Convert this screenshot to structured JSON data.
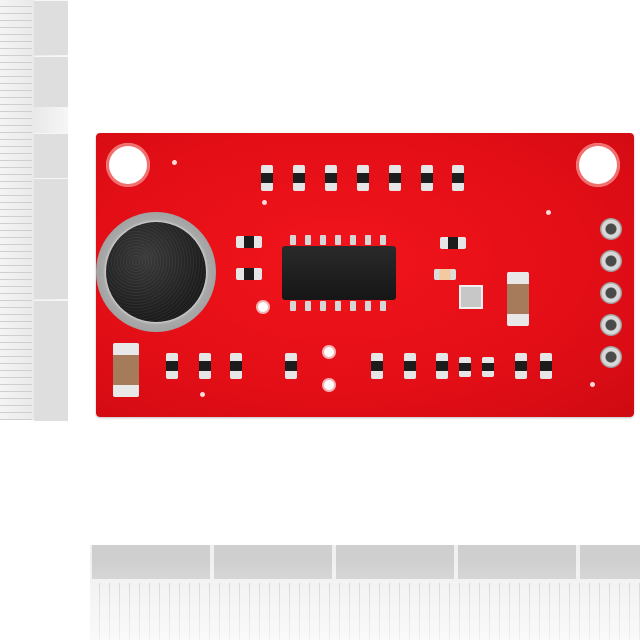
{
  "scene": {
    "subject": "microphone-breakout-board",
    "colors": {
      "board": "#e30e16",
      "background": "#ffffff",
      "ruler": "#dedede",
      "chip": "#1c1c1c",
      "microphone_mesh": "#1c1c1c",
      "microphone_ring": "#a9a9a9"
    },
    "counts": {
      "mounting_holes": 2,
      "header_pins": 5,
      "ic_pins_per_side": 7
    }
  }
}
